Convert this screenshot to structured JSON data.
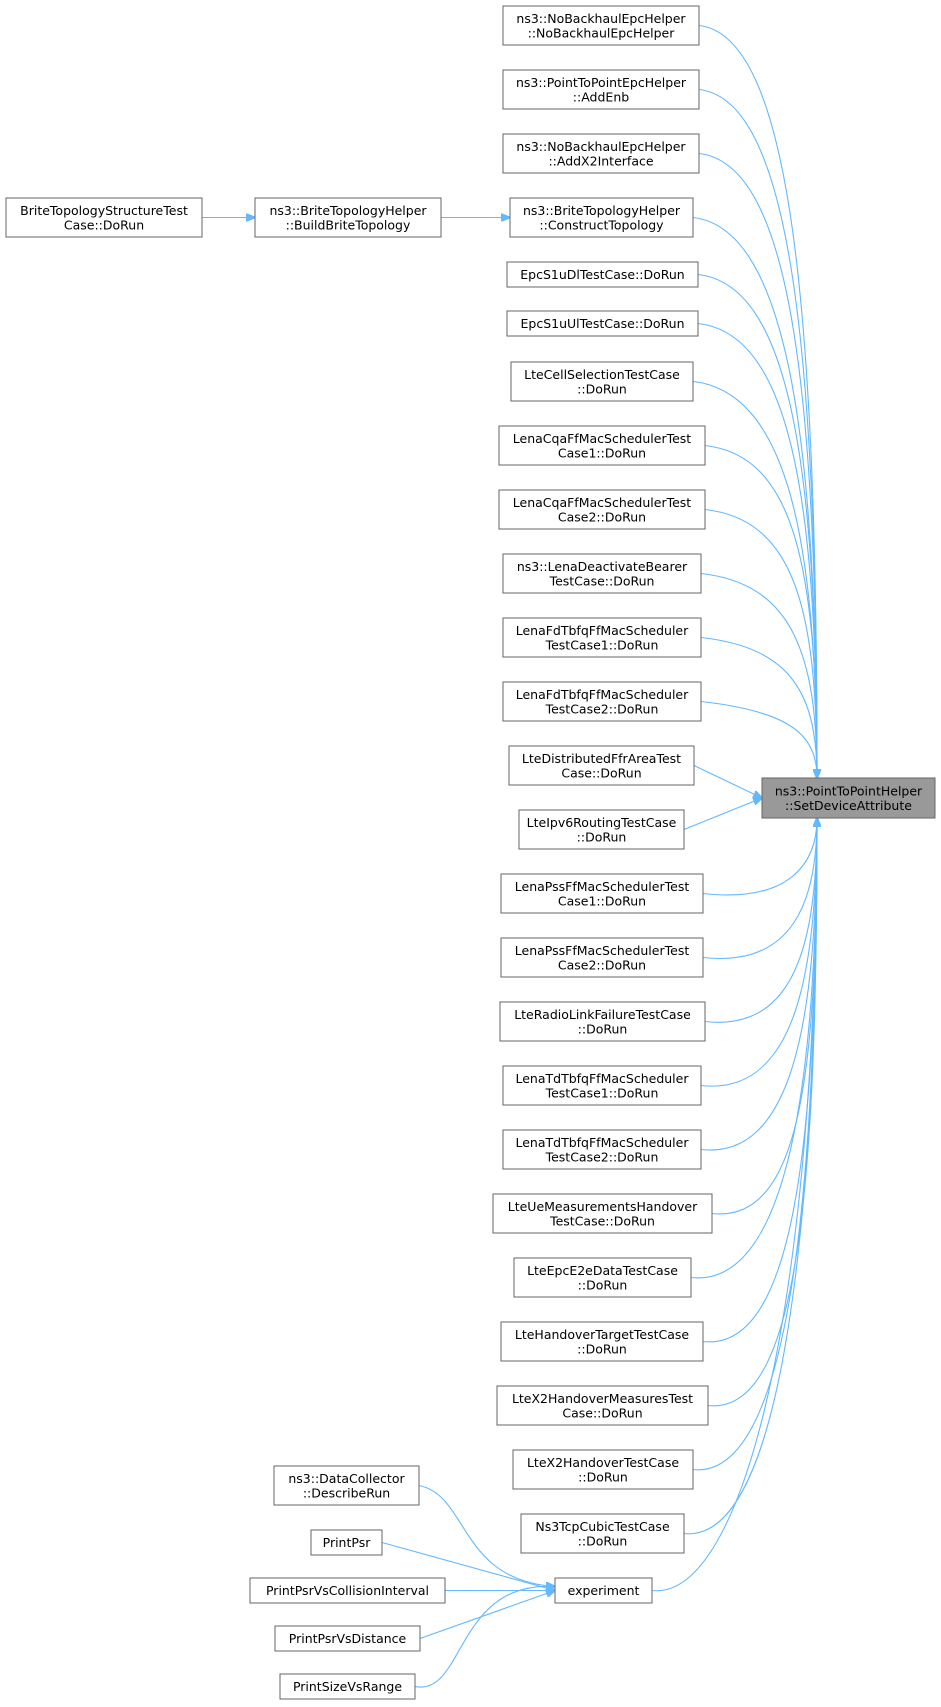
{
  "diagram": {
    "type": "call-graph",
    "colors": {
      "edge": "#63b8ff",
      "node_border": "#666666",
      "node_fill": "#ffffff",
      "target_fill": "#999999"
    },
    "target": {
      "id": "target",
      "lines": [
        "ns3::PointToPointHelper",
        "::SetDeviceAttribute"
      ]
    },
    "nodes": [
      {
        "id": "n1",
        "lines": [
          "ns3::NoBackhaulEpcHelper",
          "::NoBackhaulEpcHelper"
        ]
      },
      {
        "id": "n2",
        "lines": [
          "ns3::PointToPointEpcHelper",
          "::AddEnb"
        ]
      },
      {
        "id": "n3",
        "lines": [
          "ns3::NoBackhaulEpcHelper",
          "::AddX2Interface"
        ]
      },
      {
        "id": "n4",
        "lines": [
          "ns3::BriteTopologyHelper",
          "::ConstructTopology"
        ]
      },
      {
        "id": "n5",
        "lines": [
          "EpcS1uDlTestCase::DoRun"
        ]
      },
      {
        "id": "n6",
        "lines": [
          "EpcS1uUlTestCase::DoRun"
        ]
      },
      {
        "id": "n7",
        "lines": [
          "LteCellSelectionTestCase",
          "::DoRun"
        ]
      },
      {
        "id": "n8",
        "lines": [
          "LenaCqaFfMacSchedulerTest",
          "Case1::DoRun"
        ]
      },
      {
        "id": "n9",
        "lines": [
          "LenaCqaFfMacSchedulerTest",
          "Case2::DoRun"
        ]
      },
      {
        "id": "n10",
        "lines": [
          "ns3::LenaDeactivateBearer",
          "TestCase::DoRun"
        ]
      },
      {
        "id": "n11",
        "lines": [
          "LenaFdTbfqFfMacScheduler",
          "TestCase1::DoRun"
        ]
      },
      {
        "id": "n12",
        "lines": [
          "LenaFdTbfqFfMacScheduler",
          "TestCase2::DoRun"
        ]
      },
      {
        "id": "n13",
        "lines": [
          "LteDistributedFfrAreaTest",
          "Case::DoRun"
        ]
      },
      {
        "id": "n14",
        "lines": [
          "LteIpv6RoutingTestCase",
          "::DoRun"
        ]
      },
      {
        "id": "n15",
        "lines": [
          "LenaPssFfMacSchedulerTest",
          "Case1::DoRun"
        ]
      },
      {
        "id": "n16",
        "lines": [
          "LenaPssFfMacSchedulerTest",
          "Case2::DoRun"
        ]
      },
      {
        "id": "n17",
        "lines": [
          "LteRadioLinkFailureTestCase",
          "::DoRun"
        ]
      },
      {
        "id": "n18",
        "lines": [
          "LenaTdTbfqFfMacScheduler",
          "TestCase1::DoRun"
        ]
      },
      {
        "id": "n19",
        "lines": [
          "LenaTdTbfqFfMacScheduler",
          "TestCase2::DoRun"
        ]
      },
      {
        "id": "n20",
        "lines": [
          "LteUeMeasurementsHandover",
          "TestCase::DoRun"
        ]
      },
      {
        "id": "n21",
        "lines": [
          "LteEpcE2eDataTestCase",
          "::DoRun"
        ]
      },
      {
        "id": "n22",
        "lines": [
          "LteHandoverTargetTestCase",
          "::DoRun"
        ]
      },
      {
        "id": "n23",
        "lines": [
          "LteX2HandoverMeasuresTest",
          "Case::DoRun"
        ]
      },
      {
        "id": "n24",
        "lines": [
          "LteX2HandoverTestCase",
          "::DoRun"
        ]
      },
      {
        "id": "n25",
        "lines": [
          "Ns3TcpCubicTestCase",
          "::DoRun"
        ]
      },
      {
        "id": "exp",
        "lines": [
          "experiment"
        ]
      },
      {
        "id": "bth",
        "lines": [
          "ns3::BriteTopologyHelper",
          "::BuildBriteTopology"
        ]
      },
      {
        "id": "bts",
        "lines": [
          "BriteTopologyStructureTest",
          "Case::DoRun"
        ]
      },
      {
        "id": "dc",
        "lines": [
          "ns3::DataCollector",
          "::DescribeRun"
        ]
      },
      {
        "id": "pp",
        "lines": [
          "PrintPsr"
        ]
      },
      {
        "id": "pci",
        "lines": [
          "PrintPsrVsCollisionInterval"
        ]
      },
      {
        "id": "pvd",
        "lines": [
          "PrintPsrVsDistance"
        ]
      },
      {
        "id": "psr",
        "lines": [
          "PrintSizeVsRange"
        ]
      }
    ],
    "edges": [
      [
        "n1",
        "target"
      ],
      [
        "n2",
        "target"
      ],
      [
        "n3",
        "target"
      ],
      [
        "n4",
        "target"
      ],
      [
        "n5",
        "target"
      ],
      [
        "n6",
        "target"
      ],
      [
        "n7",
        "target"
      ],
      [
        "n8",
        "target"
      ],
      [
        "n9",
        "target"
      ],
      [
        "n10",
        "target"
      ],
      [
        "n11",
        "target"
      ],
      [
        "n12",
        "target"
      ],
      [
        "n13",
        "target"
      ],
      [
        "n14",
        "target"
      ],
      [
        "n15",
        "target"
      ],
      [
        "n16",
        "target"
      ],
      [
        "n17",
        "target"
      ],
      [
        "n18",
        "target"
      ],
      [
        "n19",
        "target"
      ],
      [
        "n20",
        "target"
      ],
      [
        "n21",
        "target"
      ],
      [
        "n22",
        "target"
      ],
      [
        "n23",
        "target"
      ],
      [
        "n24",
        "target"
      ],
      [
        "n25",
        "target"
      ],
      [
        "exp",
        "target"
      ],
      [
        "bth",
        "n4"
      ],
      [
        "bts",
        "bth"
      ],
      [
        "dc",
        "exp"
      ],
      [
        "pp",
        "exp"
      ],
      [
        "pci",
        "exp"
      ],
      [
        "pvd",
        "exp"
      ],
      [
        "psr",
        "exp"
      ]
    ]
  }
}
